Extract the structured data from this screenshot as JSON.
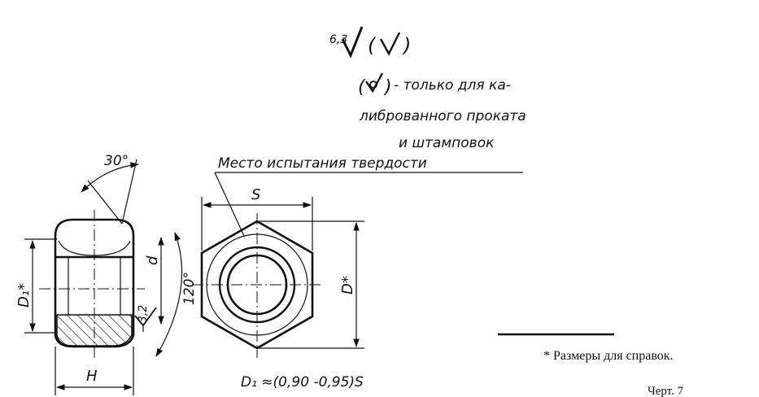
{
  "roughness": {
    "main_value": "6,3",
    "note_line1": "- только для ка-",
    "note_line2": "либрованного проката",
    "note_line3": "и штамповок",
    "inner_value": "3,2"
  },
  "labels": {
    "hardness_place": "Место испытания твердости",
    "angle_30": "30°",
    "angle_120": "120°",
    "dim_S": "S",
    "dim_H": "H",
    "dim_d": "d",
    "dim_D1": "D₁*",
    "dim_D": "D*"
  },
  "formula": "D₁ ≈(0,90 -0,95)S",
  "footnote": "* Размеры для справок.",
  "caption": "Черт. 7"
}
